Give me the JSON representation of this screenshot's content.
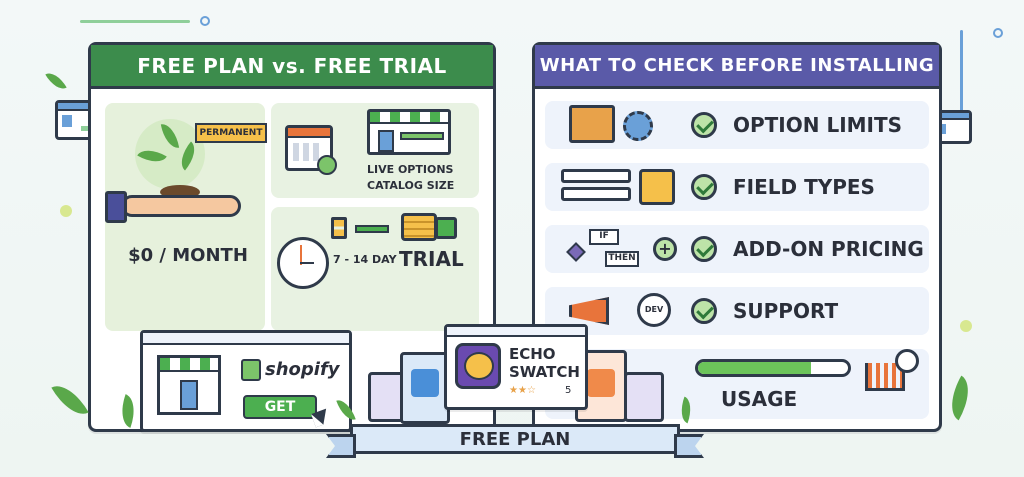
{
  "left_panel": {
    "title": "FREE PLAN vs. FREE TRIAL",
    "permanent_tag": "PERMANENT",
    "price": "$0 / MONTH",
    "features": [
      "LIVE OPTIONS",
      "CATALOG SIZE"
    ],
    "trial_days": "7 - 14 DAY",
    "trial_word": "TRIAL"
  },
  "right_panel": {
    "title": "WHAT TO CHECK BEFORE INSTALLING",
    "items": [
      {
        "label": "OPTION LIMITS",
        "icon": "boxes-gear-icon"
      },
      {
        "label": "FIELD TYPES",
        "icon": "form-fields-icon"
      },
      {
        "label": "ADD-ON PRICING",
        "icon": "flowchart-icon"
      },
      {
        "label": "SUPPORT",
        "icon": "megaphone-headset-icon"
      }
    ],
    "usage_label": "USAGE",
    "usage_fraction": 0.75
  },
  "store_card": {
    "brand": "shopify",
    "button": "GET"
  },
  "app_card": {
    "name_line1": "ECHO",
    "name_line2": "SWATCH",
    "rating_count": "5",
    "stars": 2
  },
  "ribbon": {
    "label": "FREE PLAN"
  },
  "flow_labels": {
    "if": "IF",
    "then": "THEN",
    "dev": "DEV"
  },
  "colors": {
    "green_header": "#3c8c4c",
    "purple_header": "#5a5aa8",
    "accent_green": "#4caf50"
  }
}
